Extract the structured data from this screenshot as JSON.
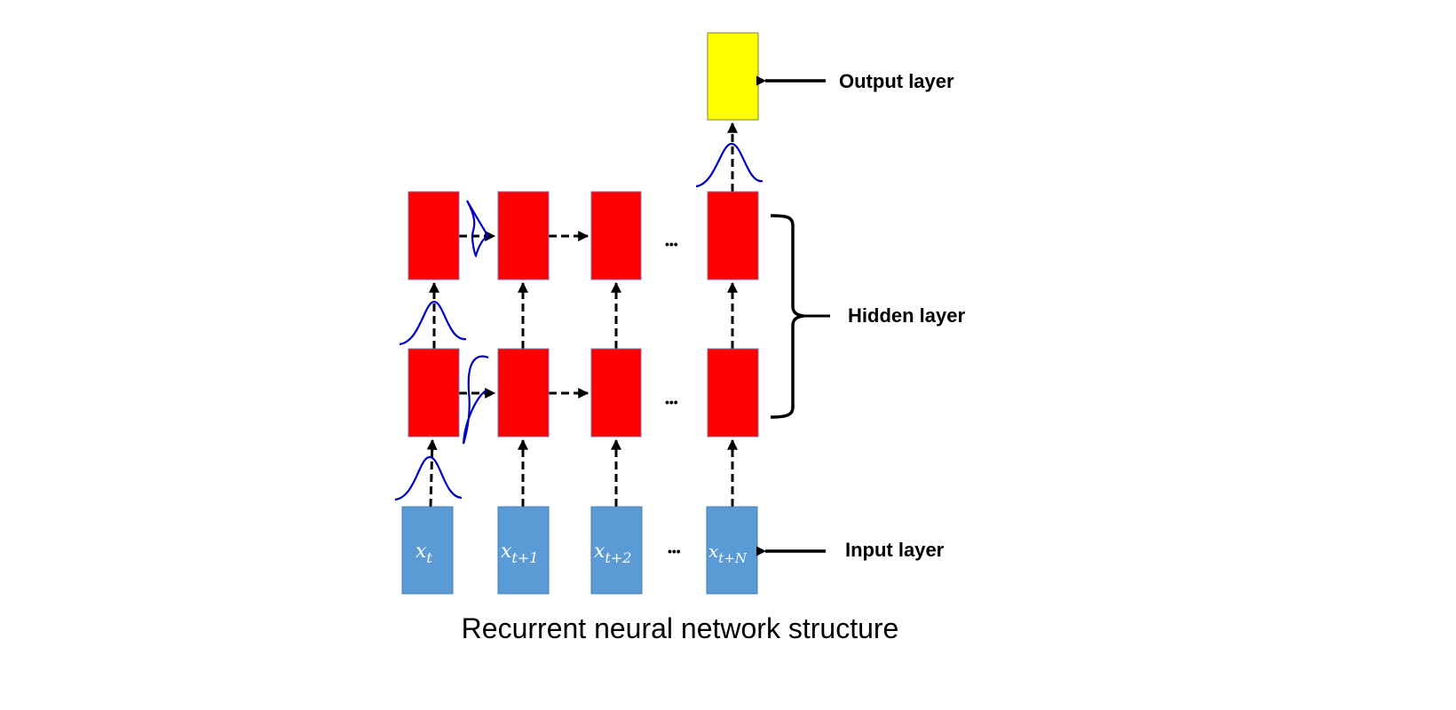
{
  "diagram": {
    "title": "Recurrent neural network structure",
    "labels": {
      "output": "Output layer",
      "hidden": "Hidden layer",
      "input": "Input layer"
    },
    "inputs": [
      {
        "base": "x",
        "sub": "t"
      },
      {
        "base": "x",
        "sub": "t+1"
      },
      {
        "base": "x",
        "sub": "t+2"
      },
      {
        "base": "x",
        "sub": "t+N"
      }
    ],
    "ellipsis": "•••",
    "hidden_layers": 2,
    "timesteps_shown": 4,
    "colors": {
      "input": "#5b9bd5",
      "hidden": "#ff0000",
      "output": "#ffff00",
      "gaussian": "#0000c0",
      "arrow": "#000000"
    }
  }
}
